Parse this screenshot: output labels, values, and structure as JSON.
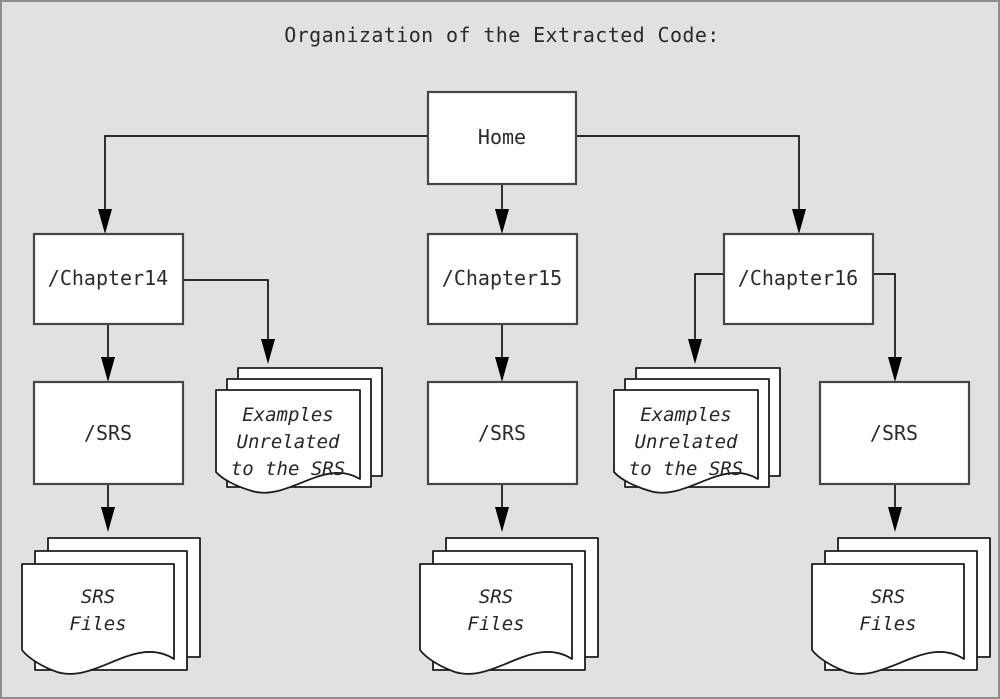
{
  "page": {
    "title": "Organization of the Extracted Code:",
    "background_color": "#e1e2e0",
    "frame_border_color": "#8d8d8d"
  },
  "diagram": {
    "type": "tree",
    "root": {
      "id": "home",
      "label": "Home",
      "shape": "rectangle"
    },
    "nodes": [
      {
        "id": "home",
        "label": "Home",
        "shape": "rectangle",
        "level": 0
      },
      {
        "id": "chapter14",
        "label": "/Chapter14",
        "shape": "rectangle",
        "level": 1
      },
      {
        "id": "chapter15",
        "label": "/Chapter15",
        "shape": "rectangle",
        "level": 1
      },
      {
        "id": "chapter16",
        "label": "/Chapter16",
        "shape": "rectangle",
        "level": 1
      },
      {
        "id": "srs14",
        "label": "/SRS",
        "shape": "rectangle",
        "level": 2
      },
      {
        "id": "examples14",
        "label": "Examples Unrelated to the SRS",
        "shape": "document-stack",
        "level": 2
      },
      {
        "id": "srs15",
        "label": "/SRS",
        "shape": "rectangle",
        "level": 2
      },
      {
        "id": "examples16",
        "label": "Examples Unrelated to the SRS",
        "shape": "document-stack",
        "level": 2
      },
      {
        "id": "srs16",
        "label": "/SRS",
        "shape": "rectangle",
        "level": 2
      },
      {
        "id": "srsfiles14",
        "label": "SRS Files",
        "shape": "document-stack",
        "level": 3
      },
      {
        "id": "srsfiles15",
        "label": "SRS Files",
        "shape": "document-stack",
        "level": 3
      },
      {
        "id": "srsfiles16",
        "label": "SRS Files",
        "shape": "document-stack",
        "level": 3
      }
    ],
    "edges": [
      {
        "from": "home",
        "to": "chapter14",
        "style": "orthogonal",
        "arrow": true
      },
      {
        "from": "home",
        "to": "chapter15",
        "style": "straight",
        "arrow": true
      },
      {
        "from": "home",
        "to": "chapter16",
        "style": "orthogonal",
        "arrow": true
      },
      {
        "from": "chapter14",
        "to": "srs14",
        "style": "straight",
        "arrow": true
      },
      {
        "from": "chapter14",
        "to": "examples14",
        "style": "orthogonal",
        "arrow": true
      },
      {
        "from": "chapter15",
        "to": "srs15",
        "style": "straight",
        "arrow": true
      },
      {
        "from": "chapter16",
        "to": "examples16",
        "style": "orthogonal",
        "arrow": true
      },
      {
        "from": "chapter16",
        "to": "srs16",
        "style": "orthogonal",
        "arrow": true
      },
      {
        "from": "srs14",
        "to": "srsfiles14",
        "style": "straight",
        "arrow": true
      },
      {
        "from": "srs15",
        "to": "srsfiles15",
        "style": "straight",
        "arrow": true
      },
      {
        "from": "srs16",
        "to": "srsfiles16",
        "style": "straight",
        "arrow": true
      }
    ],
    "labels": {
      "home": "Home",
      "chapter14": "/Chapter14",
      "chapter15": "/Chapter15",
      "chapter16": "/Chapter16",
      "srs_a": "/SRS",
      "srs_b": "/SRS",
      "srs_c": "/SRS",
      "examples_a_line1": "Examples",
      "examples_a_line2": "Unrelated",
      "examples_a_line3": "to the SRS",
      "examples_b_line1": "Examples",
      "examples_b_line2": "Unrelated",
      "examples_b_line3": "to the SRS",
      "srsfiles_a_line1": "SRS",
      "srsfiles_a_line2": "Files",
      "srsfiles_b_line1": "SRS",
      "srsfiles_b_line2": "Files",
      "srsfiles_c_line1": "SRS",
      "srsfiles_c_line2": "Files"
    },
    "colors": {
      "node_fill": "#ffffff",
      "node_stroke": "#464646",
      "doc_stroke": "#1c1c1c",
      "edge_stroke": "#111111",
      "text": "#2b2b2b"
    }
  }
}
